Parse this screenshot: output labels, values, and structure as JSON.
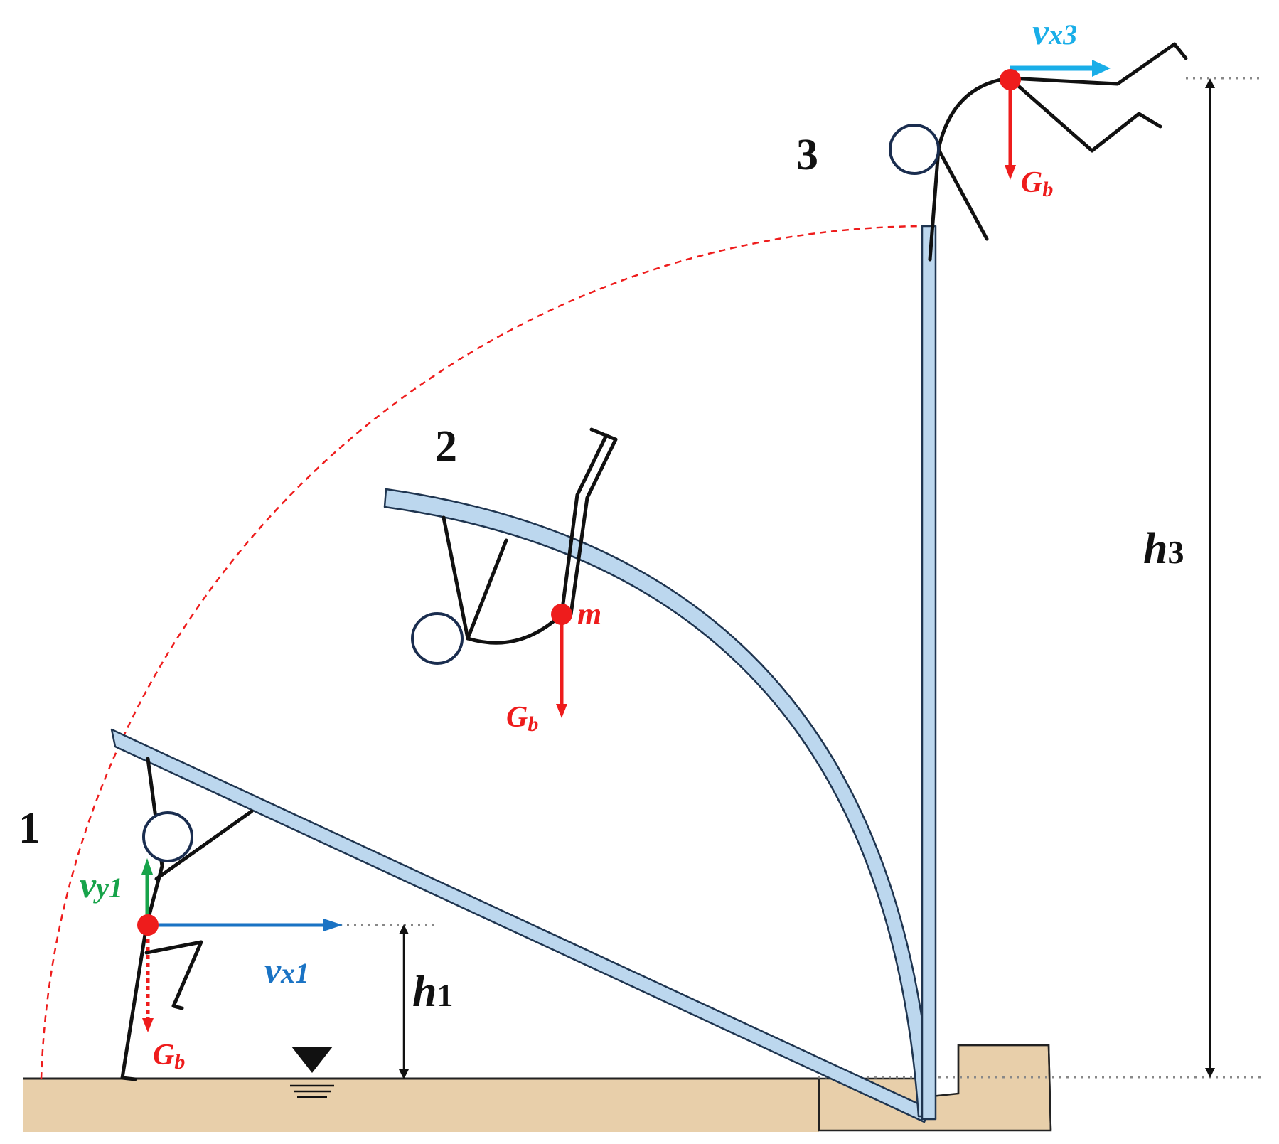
{
  "stages": [
    {
      "id": "1",
      "label": "1"
    },
    {
      "id": "2",
      "label": "2"
    },
    {
      "id": "3",
      "label": "3"
    }
  ],
  "labels": {
    "gb_main": "G",
    "gb_sub": "b",
    "m": "m",
    "vx1_main": "v",
    "vx1_sub": "x1",
    "vy1_main": "v",
    "vy1_sub": "y1",
    "vx3_main": "v",
    "vx3_sub": "x3",
    "h1_main": "h",
    "h1_sub": "1",
    "h3_main": "h",
    "h3_sub": "3"
  },
  "colors": {
    "pole_fill": "#bcd7ee",
    "pole_stroke": "#1f3550",
    "ground": "#e8cfaa",
    "force_red": "#ee1c1c",
    "vx1_blue": "#1a73c4",
    "vx3_cyan": "#19aee8",
    "vy1_green": "#17a34a",
    "head_stroke": "#1a2d4f",
    "figure": "#111111"
  },
  "icons": {
    "water_level": "inverted-triangle-water-level-icon"
  }
}
